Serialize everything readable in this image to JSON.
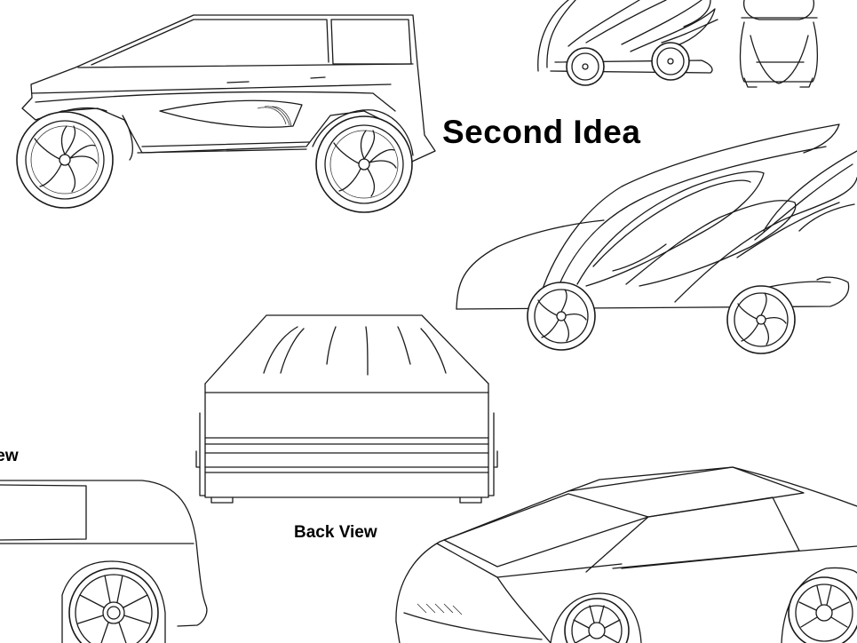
{
  "labels": {
    "second_idea": "Second Idea",
    "back_view": "Back View",
    "side_view_partial": "iew"
  },
  "colors": {
    "background": "#ffffff",
    "line": "#1a1a1a"
  }
}
